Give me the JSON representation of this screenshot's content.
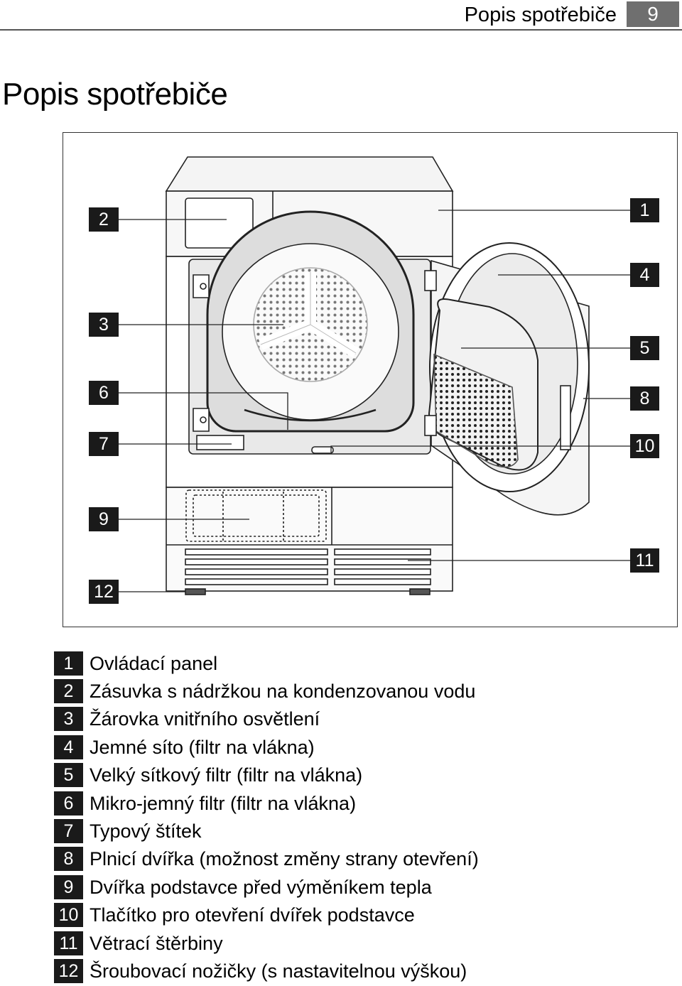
{
  "header": {
    "section_title": "Popis spotřebiče",
    "page_number": "9"
  },
  "page_title": "Popis spotřebiče",
  "callouts": [
    "1",
    "2",
    "3",
    "4",
    "5",
    "6",
    "7",
    "8",
    "9",
    "10",
    "11",
    "12"
  ],
  "legend": [
    {
      "num": "1",
      "text": "Ovládací panel"
    },
    {
      "num": "2",
      "text": "Zásuvka s nádržkou na kondenzovanou vodu"
    },
    {
      "num": "3",
      "text": "Žárovka vnitřního osvětlení"
    },
    {
      "num": "4",
      "text": "Jemné síto (filtr na vlákna)"
    },
    {
      "num": "5",
      "text": "Velký sítkový filtr (filtr na vlákna)"
    },
    {
      "num": "6",
      "text": "Mikro-jemný filtr (filtr na vlákna)"
    },
    {
      "num": "7",
      "text": "Typový štítek"
    },
    {
      "num": "8",
      "text": "Plnicí dvířka (možnost změny strany otevření)"
    },
    {
      "num": "9",
      "text": "Dvířka podstavce před výměníkem tepla"
    },
    {
      "num": "10",
      "text": "Tlačítko pro otevření dvířek podstavce"
    },
    {
      "num": "11",
      "text": "Větrací štěrbiny"
    },
    {
      "num": "12",
      "text": "Šroubovací nožičky (s nastavitelnou výškou)"
    }
  ]
}
